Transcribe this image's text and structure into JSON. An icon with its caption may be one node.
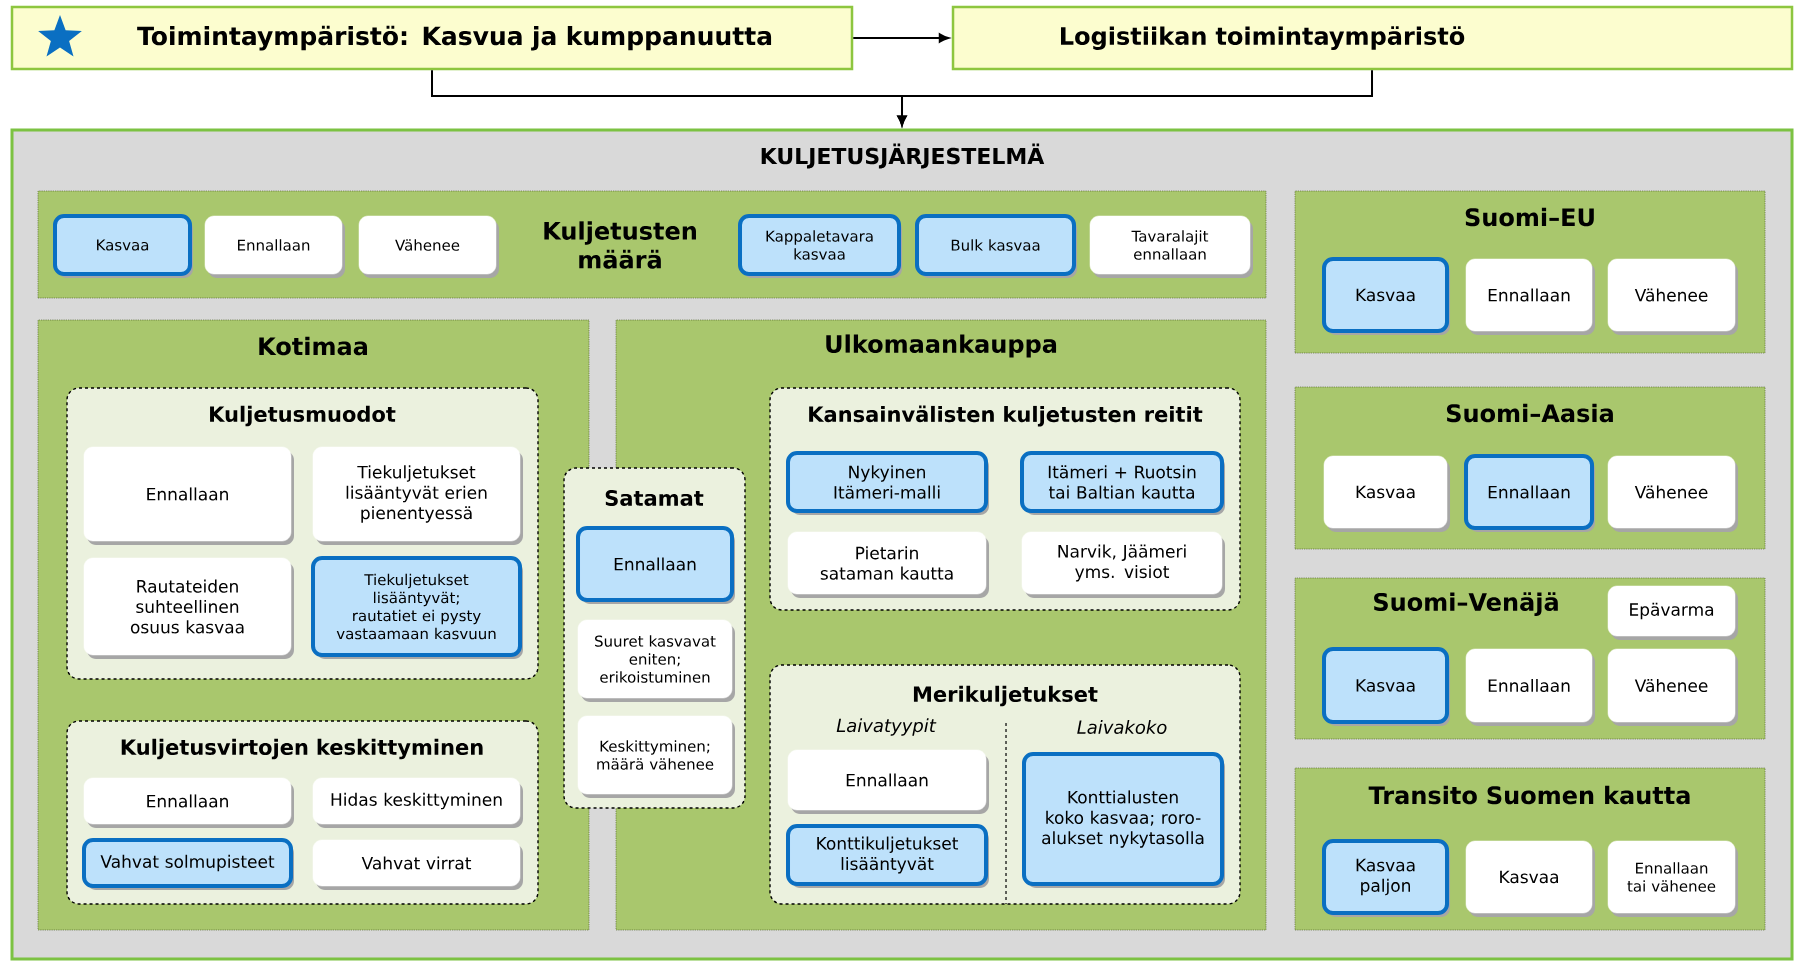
{
  "diagram": {
    "nodes": [
      {
        "text": [
          "Toimintaympäristö: Kasvua ja kumppanuutta"
        ]
      },
      {
        "text": [
          "Logistiikan toimintaympäristö"
        ]
      },
      {
        "text": [
          "KULJETUSJÄRJESTELMÄ"
        ]
      },
      {
        "text": [
          "Kuljetusten määrä"
        ],
        "in": 2
      },
      {
        "text": [
          "Kasvaa"
        ],
        "in": 3
      },
      {
        "text": [
          "Ennallaan"
        ],
        "in": 3
      },
      {
        "text": [
          "Vähenee"
        ],
        "in": 3
      },
      {
        "text": [
          "Kappaletavara kasvaa"
        ],
        "in": 3
      },
      {
        "text": [
          "Bulk kasvaa"
        ],
        "in": 3
      },
      {
        "text": [
          "Tavaralajit ennallaan"
        ],
        "in": 3
      },
      {
        "text": [
          "Suomi–EU"
        ],
        "in": 2
      },
      {
        "text": [
          "Kasvaa"
        ],
        "in": 10
      },
      {
        "text": [
          "Ennallaan"
        ],
        "in": 10
      },
      {
        "text": [
          "Vähenee"
        ],
        "in": 10
      },
      {
        "text": [
          "Kotimaa"
        ],
        "in": 2
      },
      {
        "text": [
          "Kuljetusmuodot"
        ],
        "in": 14
      },
      {
        "text": [
          "Ennallaan"
        ],
        "in": 15
      },
      {
        "text": [
          "Tiekuljetukset lisääntyvät erien pienentyessä"
        ],
        "in": 15
      },
      {
        "text": [
          "Rautateiden suhteellinen osuus kasvaa"
        ],
        "in": 15
      },
      {
        "text": [
          "Tiekuljetukset lisääntyvät; rautatiet ei pysty vastaamaan kasvuun"
        ],
        "in": 15
      },
      {
        "text": [
          "Kuljetusvirtojen keskittyminen"
        ],
        "in": 14
      },
      {
        "text": [
          "Ennallaan"
        ],
        "in": 20
      },
      {
        "text": [
          "Hidas keskittyminen"
        ],
        "in": 20
      },
      {
        "text": [
          "Vahvat solmupisteet"
        ],
        "in": 20
      },
      {
        "text": [
          "Vahvat virrat"
        ],
        "in": 20
      },
      {
        "text": [
          "Ulkomaankauppa"
        ],
        "in": 2
      },
      {
        "text": [
          "Kansainvälisten kuljetusten reitit"
        ],
        "in": 25
      },
      {
        "text": [
          "Nykyinen Itämeri-malli"
        ],
        "in": 26
      },
      {
        "text": [
          "Itämeri + Ruotsin tai Baltian kautta"
        ],
        "in": 26
      },
      {
        "text": [
          "Pietarin sataman kautta"
        ],
        "in": 26
      },
      {
        "text": [
          "Narvik, Jäämeri yms. visiot"
        ],
        "in": 26
      },
      {
        "text": [
          "Merikuljetukset",
          "Laivatyypit",
          "Laivakoko"
        ],
        "in": 25
      },
      {
        "text": [
          "Ennallaan"
        ],
        "in": 31
      },
      {
        "text": [
          "Konttikuljetukset lisääntyvät"
        ],
        "in": 31
      },
      {
        "text": [
          "Konttialusten koko kasvaa; roro-alukset nykytasolla"
        ],
        "in": 31
      },
      {
        "text": [
          "Satamat"
        ],
        "in": 2
      },
      {
        "text": [
          "Ennallaan"
        ],
        "in": 35
      },
      {
        "text": [
          "Suuret kasvavat eniten; erikoistuminen"
        ],
        "in": 35
      },
      {
        "text": [
          "Keskittyminen; määrä vähenee"
        ],
        "in": 35
      },
      {
        "text": [
          "Suomi–Aasia"
        ],
        "in": 2
      },
      {
        "text": [
          "Kasvaa"
        ],
        "in": 39
      },
      {
        "text": [
          "Ennallaan"
        ],
        "in": 39
      },
      {
        "text": [
          "Vähenee"
        ],
        "in": 39
      },
      {
        "text": [
          "Suomi–Venäjä"
        ],
        "in": 2
      },
      {
        "text": [
          "Epävarma"
        ],
        "in": 43
      },
      {
        "text": [
          "Kasvaa"
        ],
        "in": 43
      },
      {
        "text": [
          "Ennallaan"
        ],
        "in": 43
      },
      {
        "text": [
          "Vähenee"
        ],
        "in": 43
      },
      {
        "text": [
          "Transito Suomen kautta"
        ],
        "in": 2
      },
      {
        "text": [
          "Kasvaa paljon"
        ],
        "in": 48
      },
      {
        "text": [
          "Kasvaa"
        ],
        "in": 48
      },
      {
        "text": [
          "Ennallaan tai vähenee"
        ],
        "in": 48
      }
    ],
    "edges": [
      {
        "from": 0,
        "to": 1,
        "arrow": "to"
      },
      {
        "from": 0,
        "to": 2,
        "arrow": "to"
      },
      {
        "from": 1,
        "to": 2,
        "arrow": "to"
      }
    ]
  }
}
